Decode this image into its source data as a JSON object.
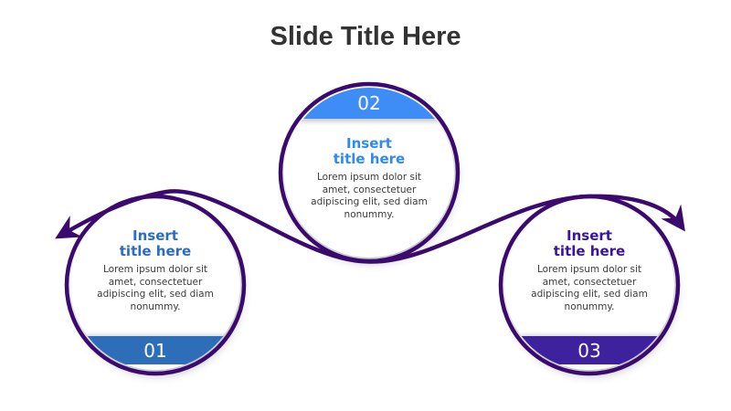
{
  "slide": {
    "title": "Slide Title Here",
    "title_color": "#333333",
    "background_color": "#ffffff"
  },
  "connector": {
    "color": "#3a0a6e",
    "style": "looping curved arrow passing through three circles, arrowhead at both ends"
  },
  "nodes": [
    {
      "number": "01",
      "band_color": "#2e6eb8",
      "title_color": "#2a6cc5",
      "band_position": "bottom",
      "title": "Insert\ntitle here",
      "body": "Lorem ipsum dolor sit\namet, consectetuer\nadipiscing elit, sed diam\nnonummy."
    },
    {
      "number": "02",
      "band_color": "#3e8cf5",
      "title_color": "#2f89ef",
      "band_position": "top",
      "title": "Insert\ntitle here",
      "body": "Lorem ipsum dolor sit\namet, consectetuer\nadipiscing elit, sed diam\nnonummy."
    },
    {
      "number": "03",
      "band_color": "#3e219c",
      "title_color": "#3a149e",
      "band_position": "bottom",
      "title": "Insert\ntitle here",
      "body": "Lorem ipsum dolor sit\namet, consectetuer\nadipiscing elit, sed diam\nnonummy."
    }
  ]
}
